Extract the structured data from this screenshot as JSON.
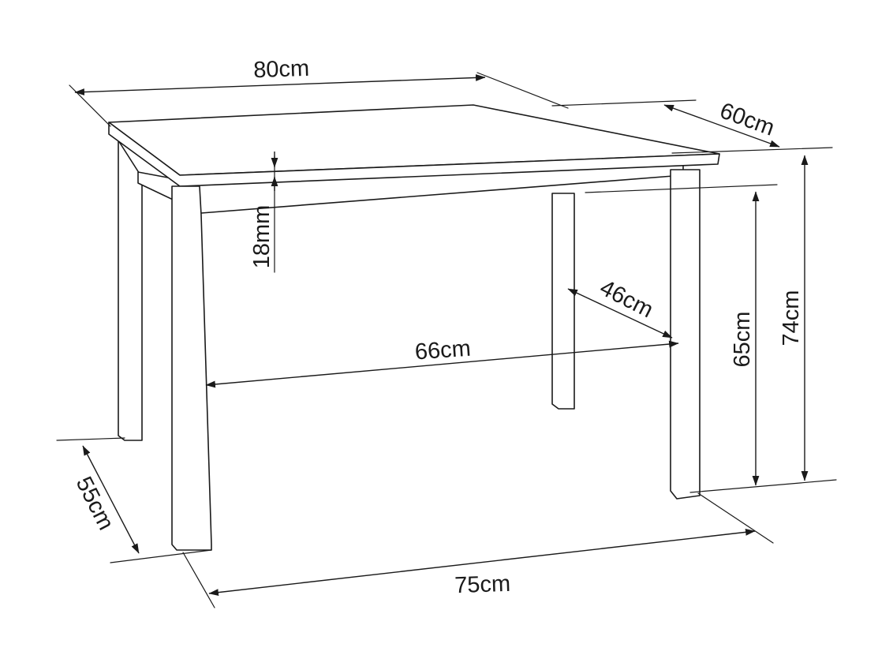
{
  "dimensions": {
    "top_length": "80cm",
    "top_depth": "60cm",
    "top_thickness": "18mm",
    "inner_span_depth": "46cm",
    "inner_span_length": "66cm",
    "leg_height": "65cm",
    "total_height": "74cm",
    "leg_span_depth": "55cm",
    "leg_span_length": "75cm"
  }
}
